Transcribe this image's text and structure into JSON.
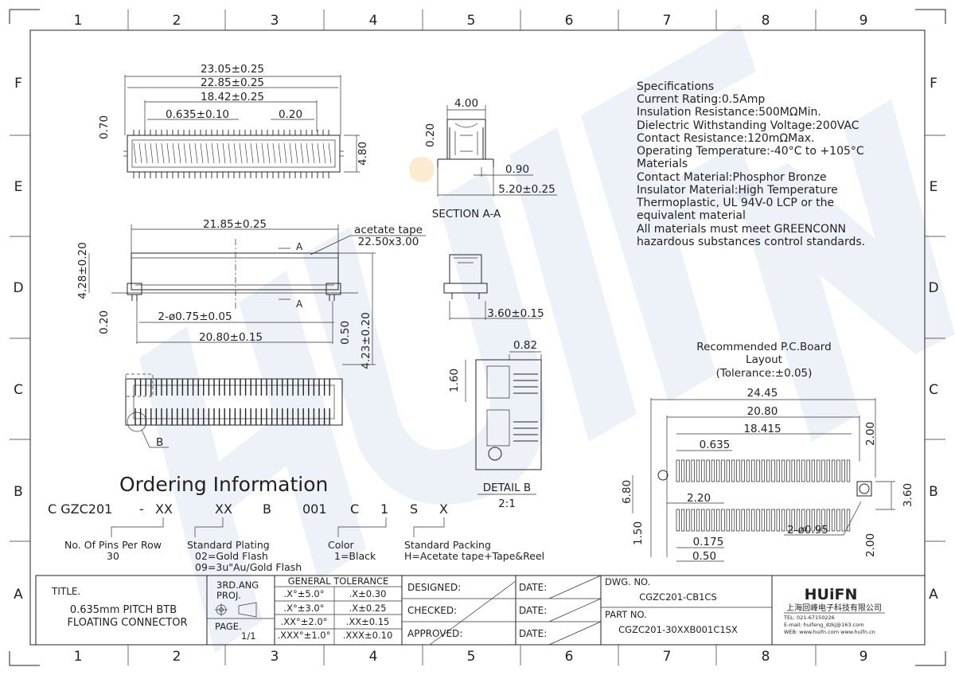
{
  "border": {
    "columns": [
      "1",
      "2",
      "3",
      "4",
      "5",
      "6",
      "7",
      "8",
      "9"
    ],
    "rows": [
      "F",
      "E",
      "D",
      "C",
      "B",
      "A"
    ]
  },
  "watermark": {
    "text": "HUIFN"
  },
  "top_view": {
    "dims": {
      "overall": "23.05±0.25",
      "body": "22.85±0.25",
      "pins_span": "18.42±0.25",
      "pitch": "0.635±0.10",
      "pad": "0.20",
      "left_h": "0.70",
      "right_h": "4.80"
    }
  },
  "section_view": {
    "title": "SECTION A-A",
    "dims": {
      "top": "4.00",
      "left": "0.20",
      "right_small": "0.90",
      "right_total": "5.20±0.25"
    }
  },
  "front_view": {
    "dims": {
      "top": "21.85±0.25",
      "tape_label": "acetate tape",
      "tape_size": "22.50x3.00",
      "left_h": "4.28±0.20",
      "pin_h": "0.20",
      "holes": "2-ø0.75±0.05",
      "bottom": "20.80±0.15",
      "r_small": "0.50",
      "r_total": "4.23±0.20",
      "sec_a": "A"
    }
  },
  "side_view": {
    "dim": "3.60±0.15"
  },
  "bottom_view": {
    "callout": "B"
  },
  "detail_b": {
    "title": "DETAIL B",
    "scale": "2:1",
    "dim_w": "0.82",
    "dim_h": "1.60"
  },
  "specs": {
    "lines": [
      "Specifications",
      "Current Rating:0.5Amp",
      "Insulation Resistance:500MΩMin.",
      "Dielectric Withstanding Voltage:200VAC",
      "Contact Resistance:120mΩMax.",
      "Operating Temperature:-40°C to +105°C",
      "Materials",
      "Contact Material:Phosphor Bronze",
      "Insulator Material:High Temperature",
      "Thermoplastic, UL 94V-0 LCP or the",
      "equivalent material",
      "All materials must meet GREENCONN",
      "hazardous substances control standards."
    ]
  },
  "pcb_layout": {
    "title1": "Recommended P.C.Board",
    "title2": "Layout",
    "title3": "(Tolerance:±0.05)",
    "dims": {
      "w1": "24.45",
      "w2": "20.80",
      "w3": "18.415",
      "pitch": "0.635",
      "h_top": "2.00",
      "h_total": "6.80",
      "inner": "2.20",
      "right": "3.60",
      "holes": "2-ø0.95",
      "h_bot": "1.50",
      "pad_w": "0.175",
      "pad_l": "0.50",
      "h_bot2": "2.00"
    }
  },
  "ordering": {
    "title": "Ordering Information",
    "code": [
      "C GZC201",
      "-",
      "XX",
      "XX",
      "B",
      "001",
      "C",
      "1",
      "S",
      "X"
    ],
    "pins_label": "No. Of Pins Per Row",
    "pins_value": "30",
    "plating_label": "Standard Plating",
    "plating_1": "02=Gold Flash",
    "plating_2": "09=3u\"Au/Gold Flash",
    "color_label": "Color",
    "color_value": "1=Black",
    "packing_label": "Standard Packing",
    "packing_value": "H=Acetate tape+Tape&Reel"
  },
  "title_block": {
    "title_label": "TITLE.",
    "title_1": "0.635mm PITCH BTB",
    "title_2": "FLOATING CONNECTOR",
    "angle_1": "3RD.ANG",
    "angle_2": "PROJ.",
    "page_label": "PAGE.",
    "page_value": "1/1",
    "tol_header": "GENERAL TOLERANCE",
    "tol_rows": [
      [
        ".X°±5.0°",
        ".X±0.30"
      ],
      [
        ".X°±3.0°",
        ".X±0.25"
      ],
      [
        ".XX°±2.0°",
        ".XX±0.15"
      ],
      [
        ".XXX°±1.0°",
        ".XXX±0.10"
      ]
    ],
    "designed": "DESIGNED:",
    "checked": "CHECKED:",
    "approved": "APPROVED:",
    "date": "DATE:",
    "dwg_label": "DWG. NO.",
    "dwg_value": "CGZC201-CB1CS",
    "part_label": "PART NO.",
    "part_value": "CGZC201-30XXB001C1SX",
    "company_logo": "HUiFN",
    "company_name": "上海回峰电子科技有限公司",
    "tel": "TEL: 021-67150226",
    "email": "E-mail: huifeng_dzkj@163.com",
    "web": "WEB: www.huifn.com  www.huifn.cn"
  }
}
